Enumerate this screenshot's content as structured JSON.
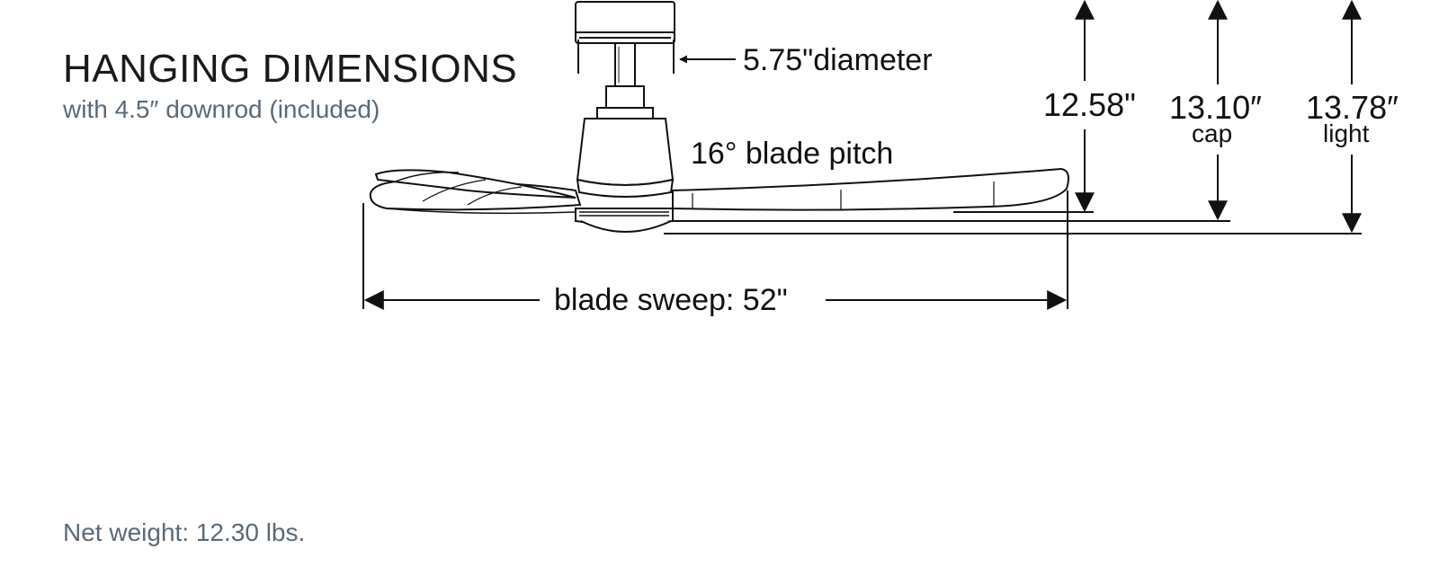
{
  "header": {
    "title": "HANGING DIMENSIONS",
    "subtitle": "with 4.5″ downrod (included)"
  },
  "footer": {
    "net_weight": "Net weight: 12.30 lbs."
  },
  "diagram": {
    "canopy_diameter": "5.75\"diameter",
    "blade_pitch": "16° blade pitch",
    "blade_sweep": "blade sweep: 52\"",
    "height_blade": "12.58\"",
    "height_cap_value": "13.10″",
    "height_cap_label": "cap",
    "height_light_value": "13.78″",
    "height_light_label": "light"
  }
}
